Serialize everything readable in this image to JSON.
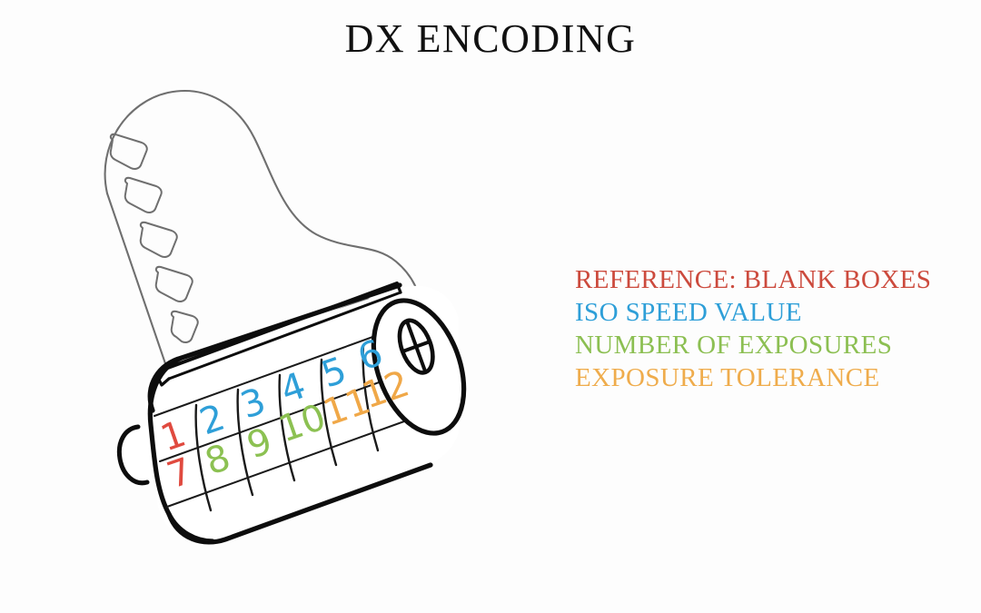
{
  "page": {
    "title": "DX ENCODING",
    "background_color": "#FDFDFD"
  },
  "legend": {
    "items": [
      {
        "label": "REFERENCE: BLANK BOXES",
        "color": "#CC4A3D"
      },
      {
        "label": "ISO SPEED VALUE",
        "color": "#2E9FD8"
      },
      {
        "label": "NUMBER OF EXPOSURES",
        "color": "#8CBF52"
      },
      {
        "label": "EXPOSURE TOLERANCE",
        "color": "#EFAC4C"
      }
    ]
  },
  "illustration": {
    "name": "35mm film canister with DX encoding contact grid and film leader",
    "film_leader_label": "film-leader",
    "sprocket_count": 5,
    "canister_label": "film-canister",
    "spool_end_label": "spool-end-cap",
    "dx_grid": {
      "rows": [
        {
          "name": "top-row",
          "cells": [
            {
              "number": "1",
              "color": "#E04A3F"
            },
            {
              "number": "2",
              "color": "#2E9FD8"
            },
            {
              "number": "3",
              "color": "#2E9FD8"
            },
            {
              "number": "4",
              "color": "#2E9FD8"
            },
            {
              "number": "5",
              "color": "#2E9FD8"
            },
            {
              "number": "6",
              "color": "#2E9FD8"
            }
          ]
        },
        {
          "name": "bottom-row",
          "cells": [
            {
              "number": "7",
              "color": "#E04A3F"
            },
            {
              "number": "8",
              "color": "#8CC152"
            },
            {
              "number": "9",
              "color": "#8CC152"
            },
            {
              "number": "10",
              "color": "#8CC152"
            },
            {
              "number": "11",
              "color": "#F0A848"
            },
            {
              "number": "12",
              "color": "#F0A848"
            }
          ]
        }
      ]
    }
  }
}
